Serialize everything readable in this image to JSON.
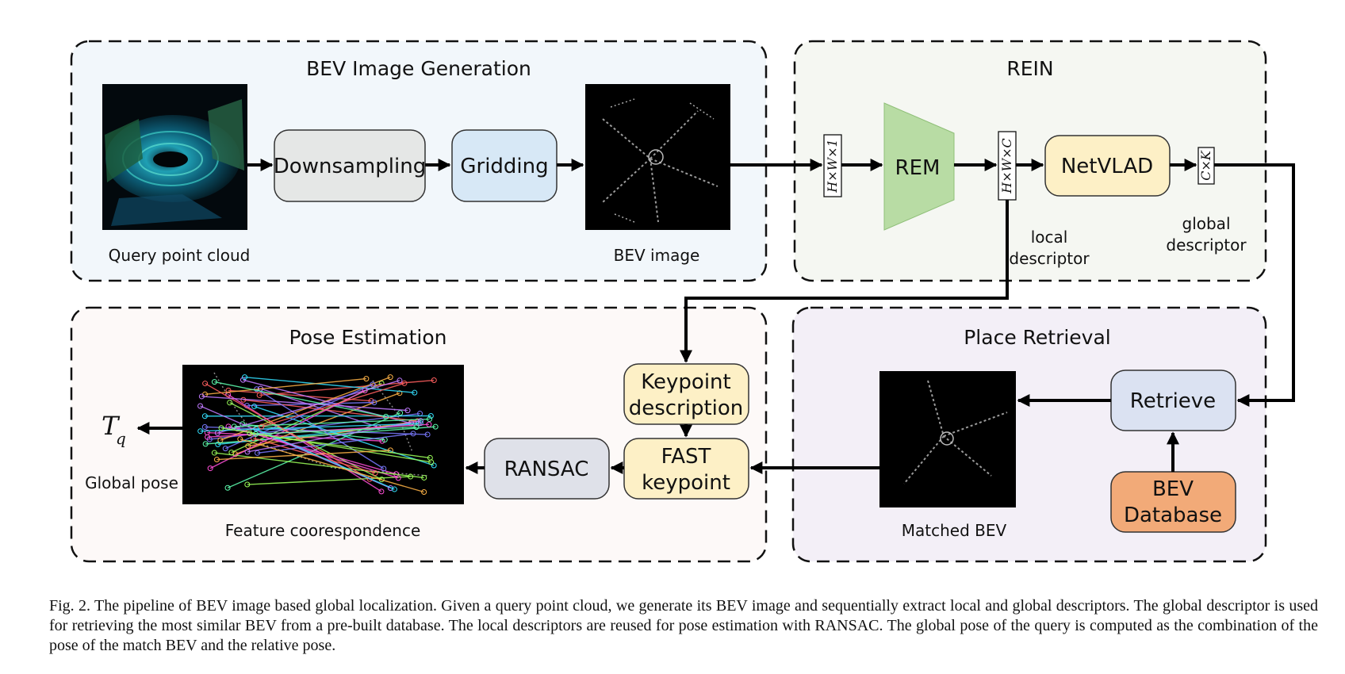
{
  "panels": {
    "bev_generation": "BEV Image Generation",
    "rein": "REIN",
    "pose_estimation": "Pose Estimation",
    "place_retrieval": "Place Retrieval"
  },
  "nodes": {
    "downsampling": "Downsampling",
    "gridding": "Gridding",
    "rem": "REM",
    "netvlad": "NetVLAD",
    "keypoint_description": [
      "Keypoint",
      "description"
    ],
    "fast_keypoint": [
      "FAST",
      "keypoint"
    ],
    "ransac": "RANSAC",
    "retrieve": "Retrieve",
    "bev_database": [
      "BEV",
      "Database"
    ]
  },
  "tensors": {
    "input": "H×W×1",
    "local": "H×W×C",
    "global": "C×K"
  },
  "labels": {
    "query_point_cloud": "Query point cloud",
    "bev_image": "BEV image",
    "local_descriptor": [
      "local",
      "descriptor"
    ],
    "global_descriptor": [
      "global",
      "descriptor"
    ],
    "global_pose": "Global pose",
    "feature_correspondence": "Feature coorespondence",
    "matched_bev": "Matched BEV",
    "pose_symbol": "T",
    "pose_subscript": "q"
  },
  "colors": {
    "panel_bev": "#f2f7fb",
    "panel_rein": "#f5f7f2",
    "panel_pose": "#fdf9f8",
    "panel_retrieval": "#f3eff7",
    "downsampling": "#e5e7e6",
    "gridding": "#d7e8f6",
    "rem": "#b8dca4",
    "netvlad": "#fdf0c6",
    "keypoint": "#fdf0c6",
    "ransac": "#dfe1e9",
    "retrieve": "#dbe2f2",
    "database": "#f2aa78"
  },
  "caption": "Fig. 2.  The pipeline of BEV image based global localization. Given a query point cloud, we generate its BEV image and sequentially extract local and global descriptors. The global descriptor is used for retrieving the most similar BEV from a pre-built database. The local descriptors are reused for pose estimation with RANSAC. The global pose of the query is computed as the combination of the pose of the match BEV and the relative pose."
}
